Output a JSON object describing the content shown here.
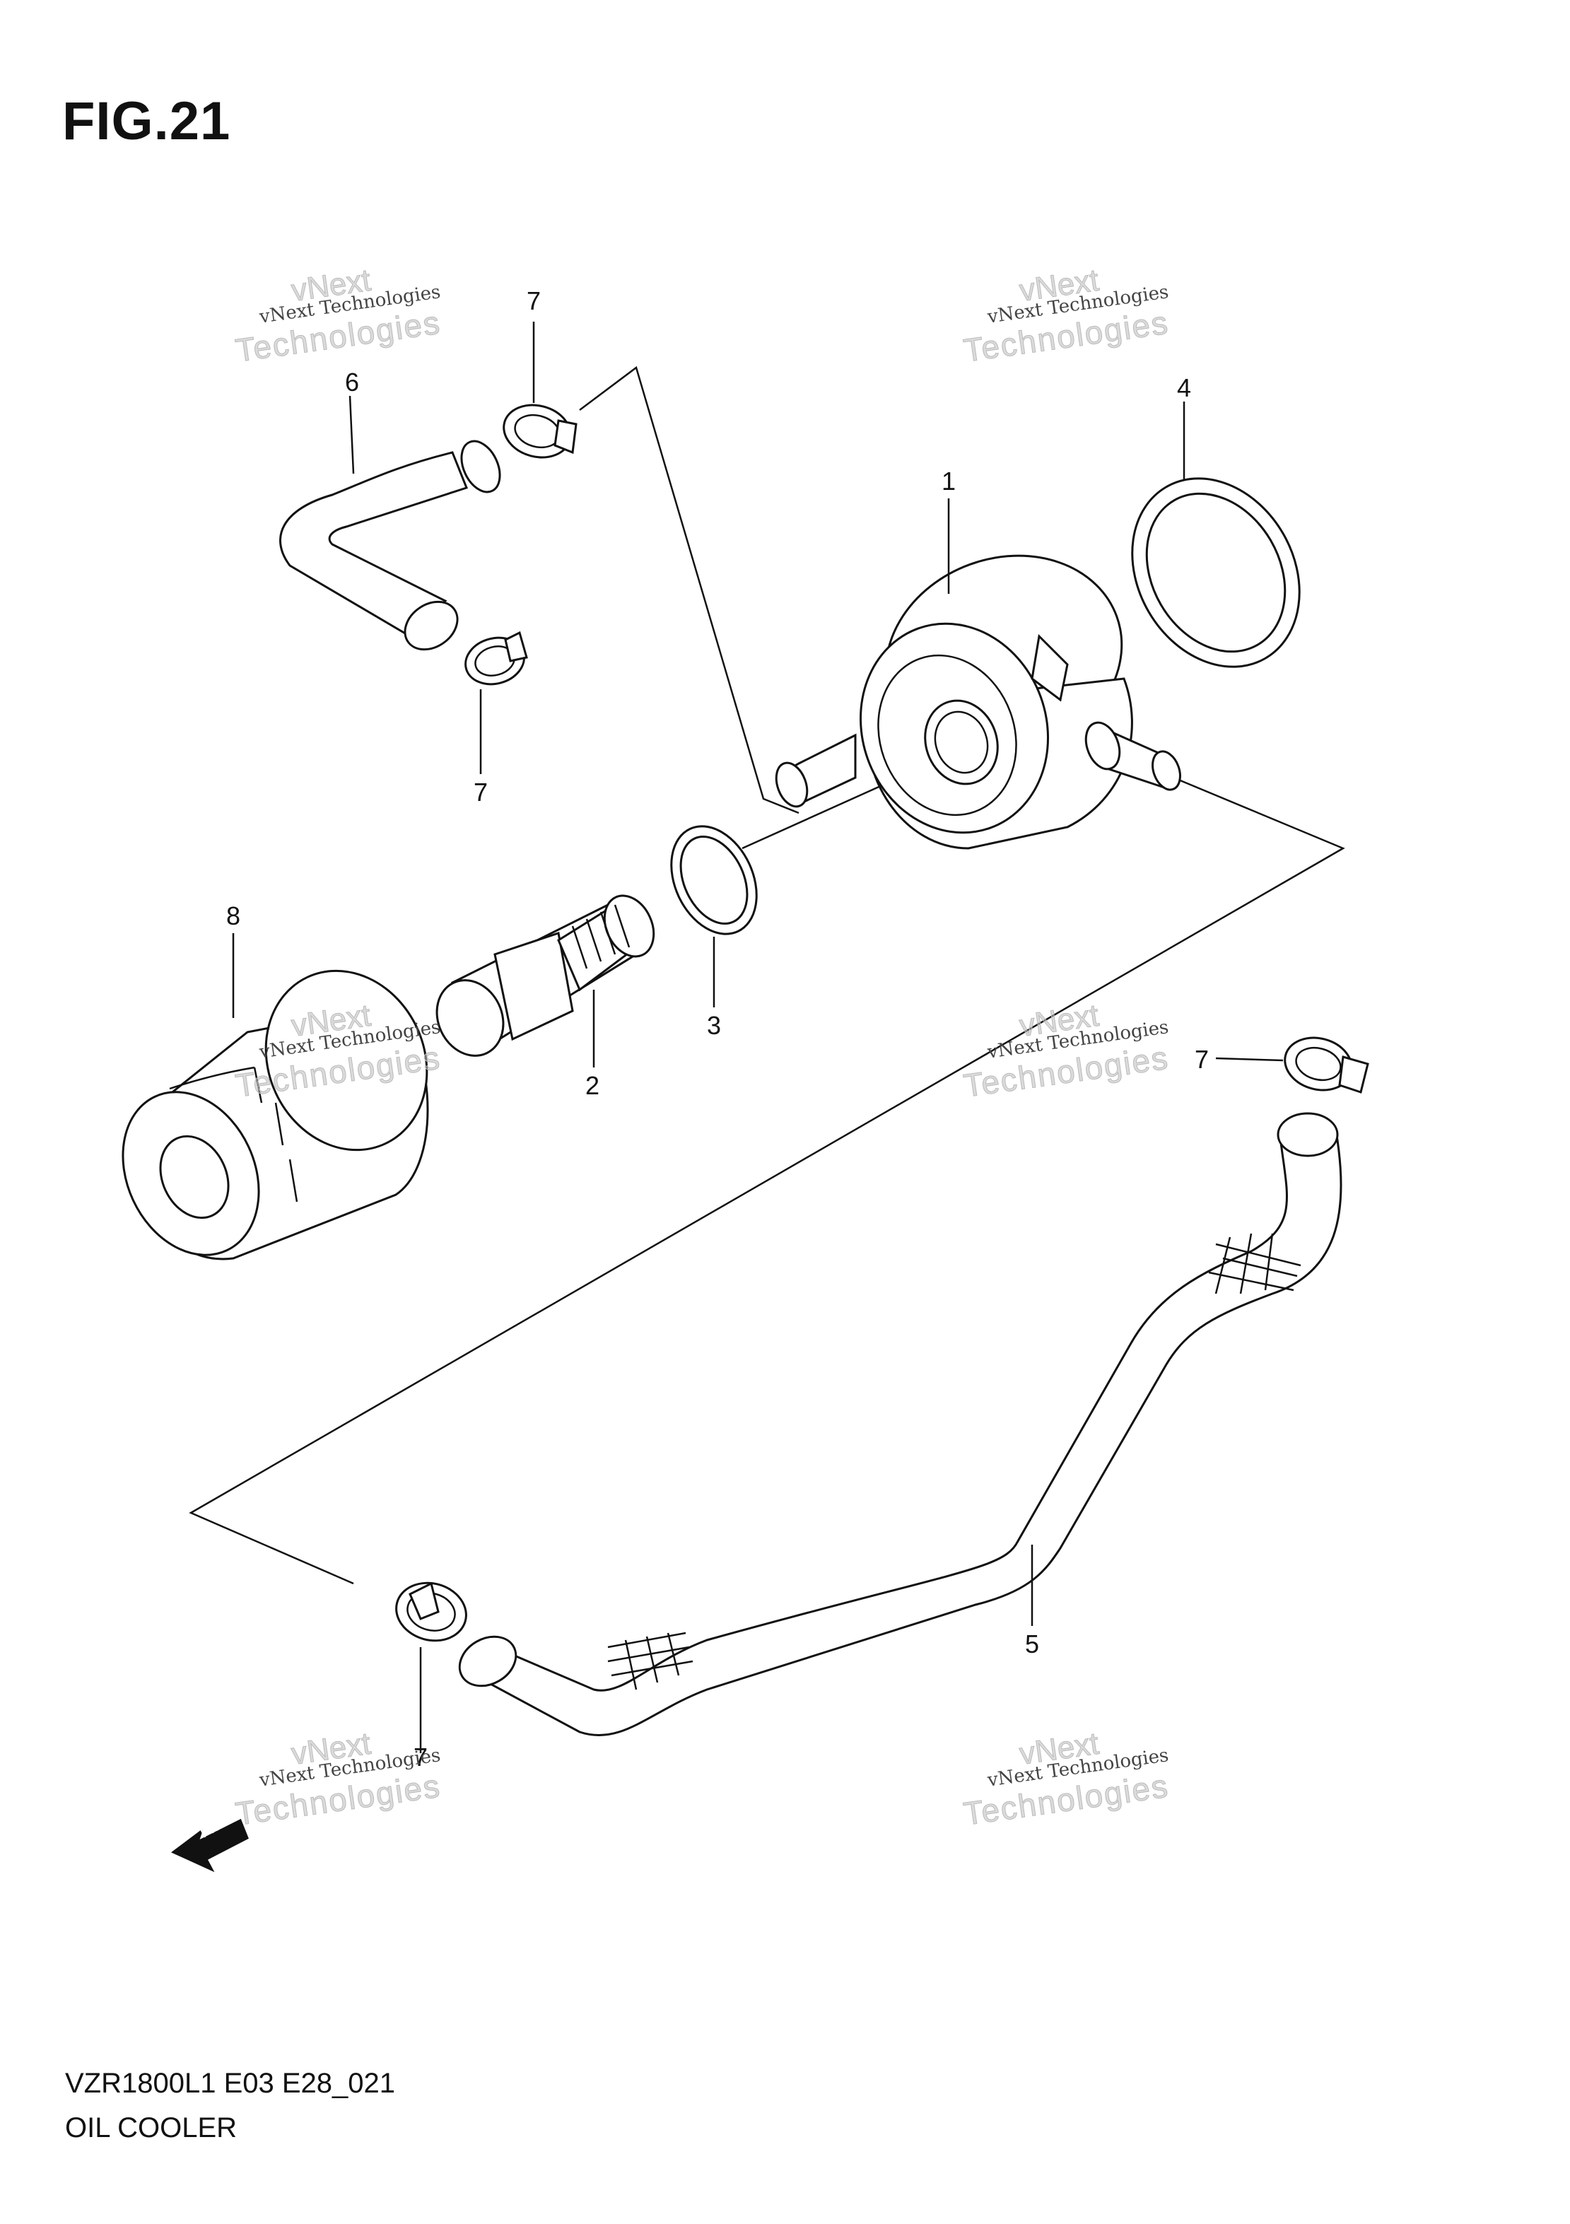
{
  "figure": {
    "title": "FIG.21",
    "model_code": "VZR1800L1 E03 E28_021",
    "section_name": "OIL COOLER",
    "fwd_label": "FWD"
  },
  "callouts": [
    {
      "id": "1",
      "text": "1"
    },
    {
      "id": "2",
      "text": "2"
    },
    {
      "id": "3",
      "text": "3"
    },
    {
      "id": "4",
      "text": "4"
    },
    {
      "id": "5",
      "text": "5"
    },
    {
      "id": "6",
      "text": "6"
    },
    {
      "id": "7a",
      "text": "7"
    },
    {
      "id": "7b",
      "text": "7"
    },
    {
      "id": "7c",
      "text": "7"
    },
    {
      "id": "7d",
      "text": "7"
    },
    {
      "id": "8",
      "text": "8"
    }
  ],
  "watermark": {
    "brand": "vNext",
    "company": "vNext Technologies",
    "word": "Technologies"
  }
}
